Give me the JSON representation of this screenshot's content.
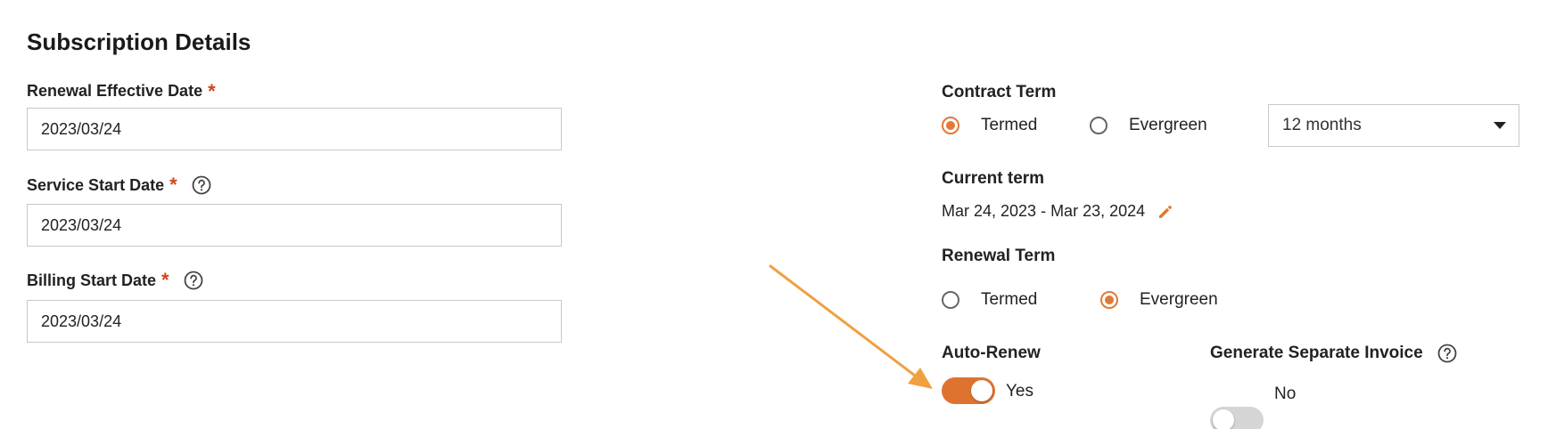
{
  "section": {
    "title": "Subscription Details"
  },
  "left_fields": [
    {
      "label": "Renewal Effective Date",
      "required_mark": "*",
      "value": "2023/03/24"
    },
    {
      "label": "Service Start Date",
      "required_mark": "*",
      "value": "2023/03/24"
    },
    {
      "label": "Billing Start Date",
      "required_mark": "*",
      "value": "2023/03/24"
    }
  ],
  "contract_term": {
    "label": "Contract Term",
    "options": [
      "Termed",
      "Evergreen"
    ],
    "selected": "Termed",
    "duration": "12 months"
  },
  "current_term": {
    "label": "Current term",
    "value": "Mar 24, 2023 - Mar 23, 2024"
  },
  "renewal_term": {
    "label": "Renewal Term",
    "options": [
      "Termed",
      "Evergreen"
    ],
    "selected": "Evergreen"
  },
  "auto_renew": {
    "label": "Auto-Renew",
    "state": "Yes",
    "on": true
  },
  "separate_invoice": {
    "label": "Generate Separate Invoice",
    "state": "No",
    "on": false
  },
  "colors": {
    "accent": "#de7330",
    "required": "#d0451b",
    "arrow": "#f0a040"
  }
}
